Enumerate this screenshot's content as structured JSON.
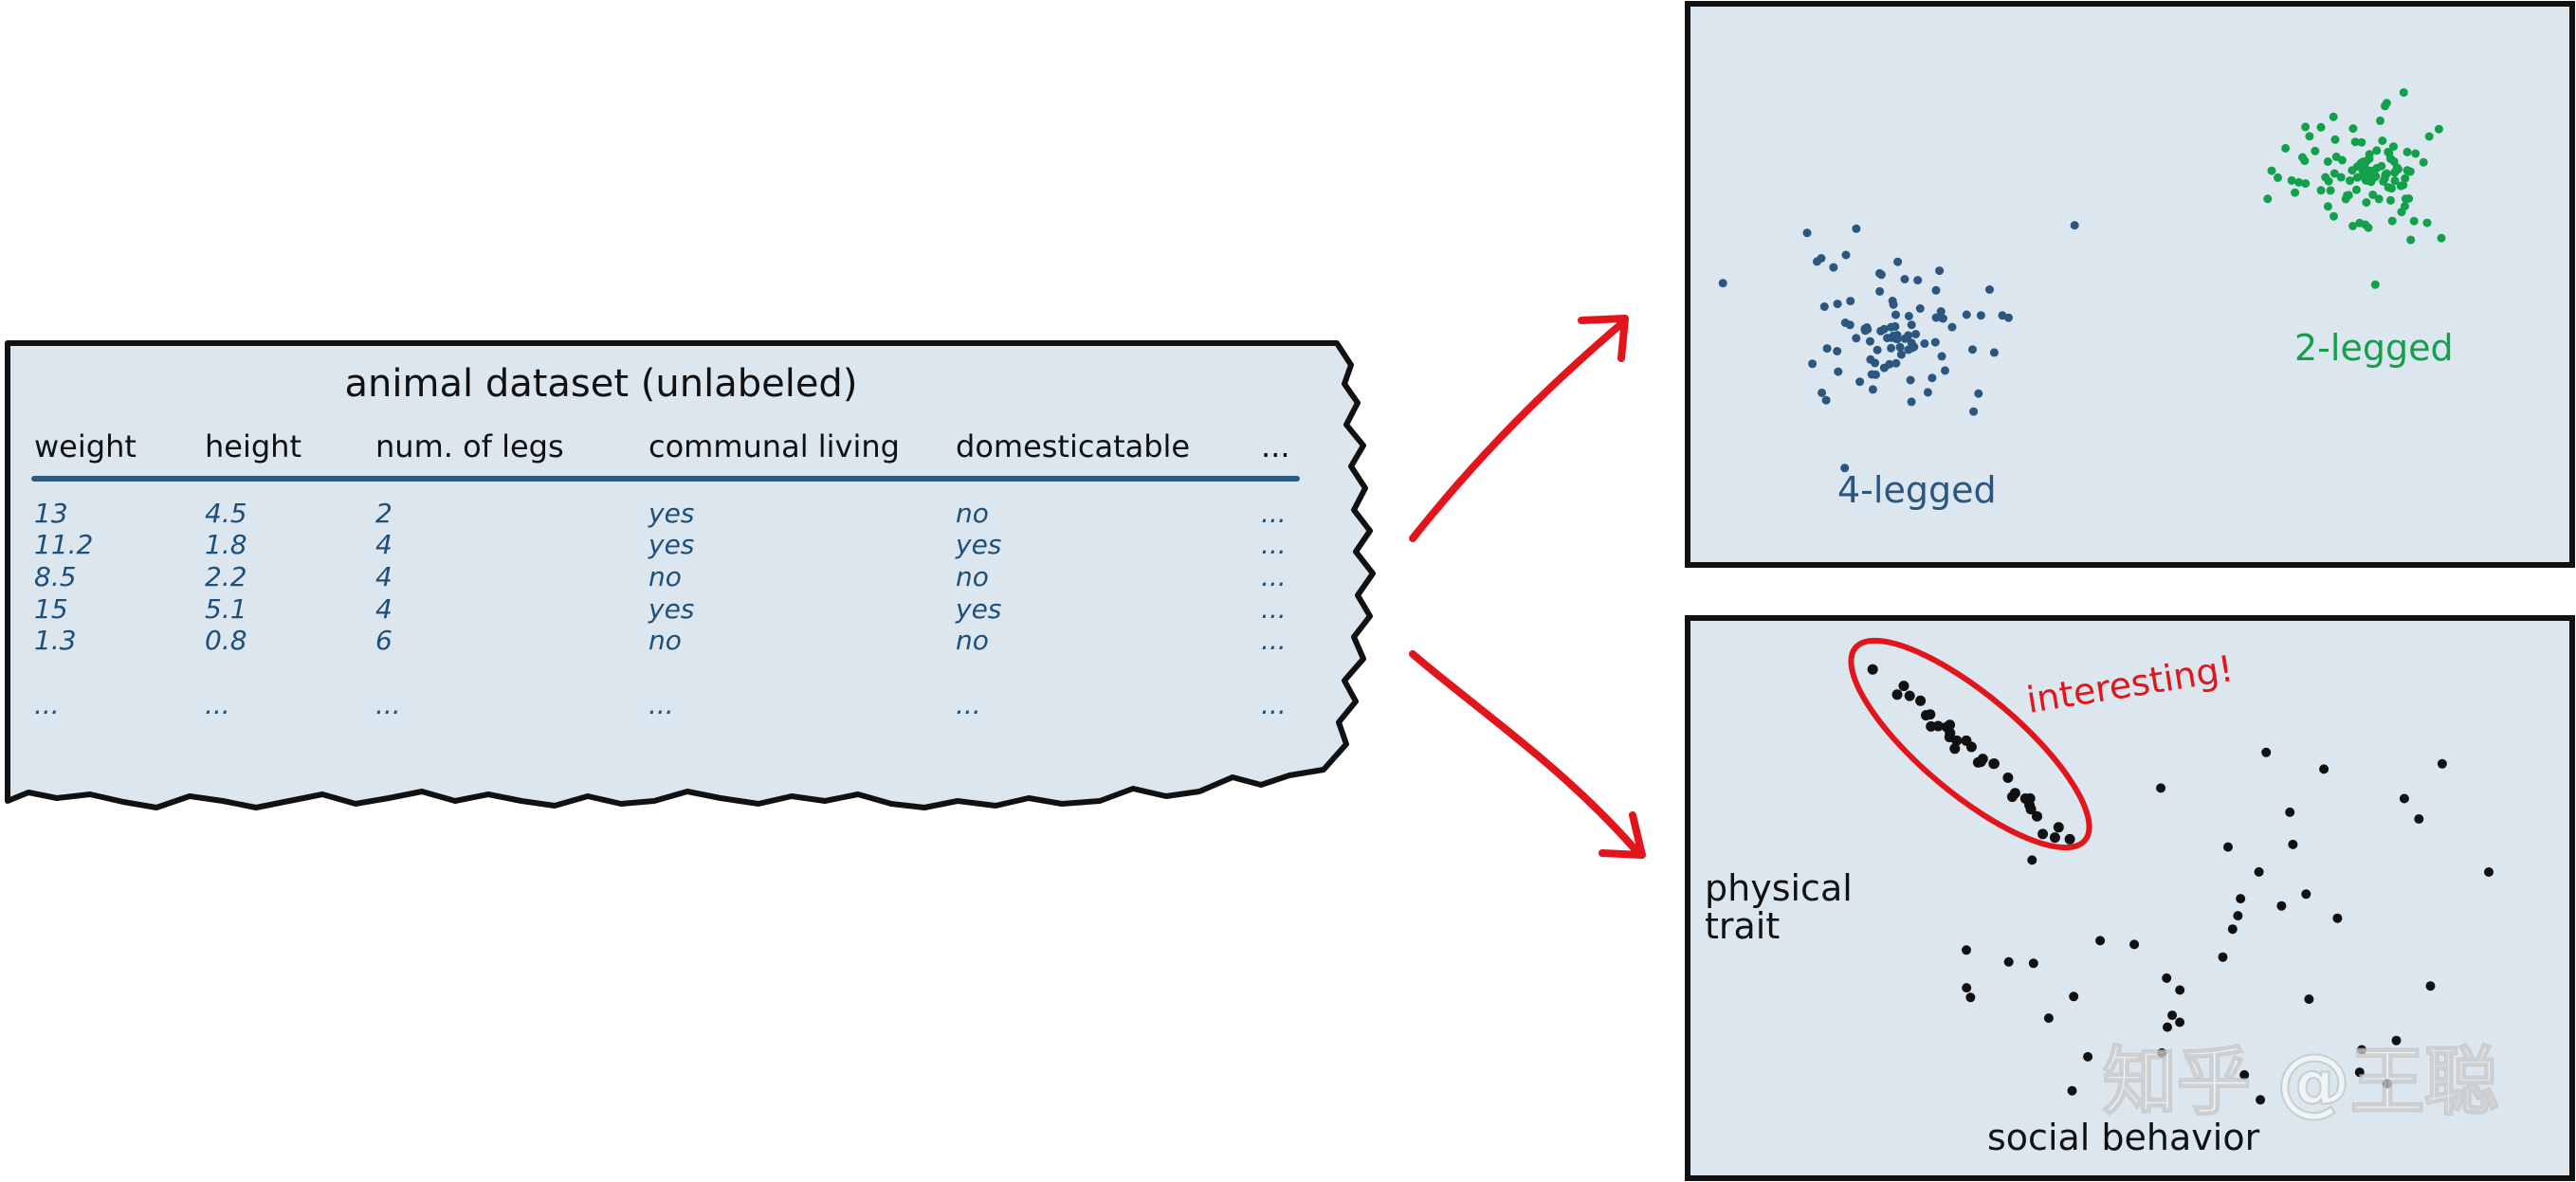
{
  "colors": {
    "panel_fill": "#dbe6ee",
    "outline": "#111111",
    "header_rule": "#2b5a82",
    "cell_text": "#1e4f7a",
    "cluster_blue": "#2a5680",
    "cluster_green": "#12a04a",
    "scatter_black": "#111111",
    "arrow_red": "#e2141c"
  },
  "table": {
    "title": "animal dataset (unlabeled)",
    "headers": [
      "weight",
      "height",
      "num. of legs",
      "communal living",
      "domesticatable",
      "..."
    ],
    "rows": [
      [
        "13",
        "4.5",
        "2",
        "yes",
        "no",
        "..."
      ],
      [
        "11.2",
        "1.8",
        "4",
        "yes",
        "yes",
        "..."
      ],
      [
        "8.5",
        "2.2",
        "4",
        "no",
        "no",
        "..."
      ],
      [
        "15",
        "5.1",
        "4",
        "yes",
        "yes",
        "..."
      ],
      [
        "1.3",
        "0.8",
        "6",
        "no",
        "no",
        "..."
      ],
      [
        "...",
        "...",
        "...",
        "...",
        "...",
        "..."
      ]
    ]
  },
  "panel_legs": {
    "cluster_left_label": "4-legged",
    "cluster_right_label": "2-legged"
  },
  "panel_traits": {
    "annotation": "interesting!",
    "y_axis_label_line1": "physical",
    "y_axis_label_line2": "trait",
    "x_axis_label": "social behavior"
  },
  "arrows": {
    "up": "arrow-to-legs-panel",
    "down": "arrow-to-traits-panel"
  },
  "watermark": "知乎 @王聪"
}
